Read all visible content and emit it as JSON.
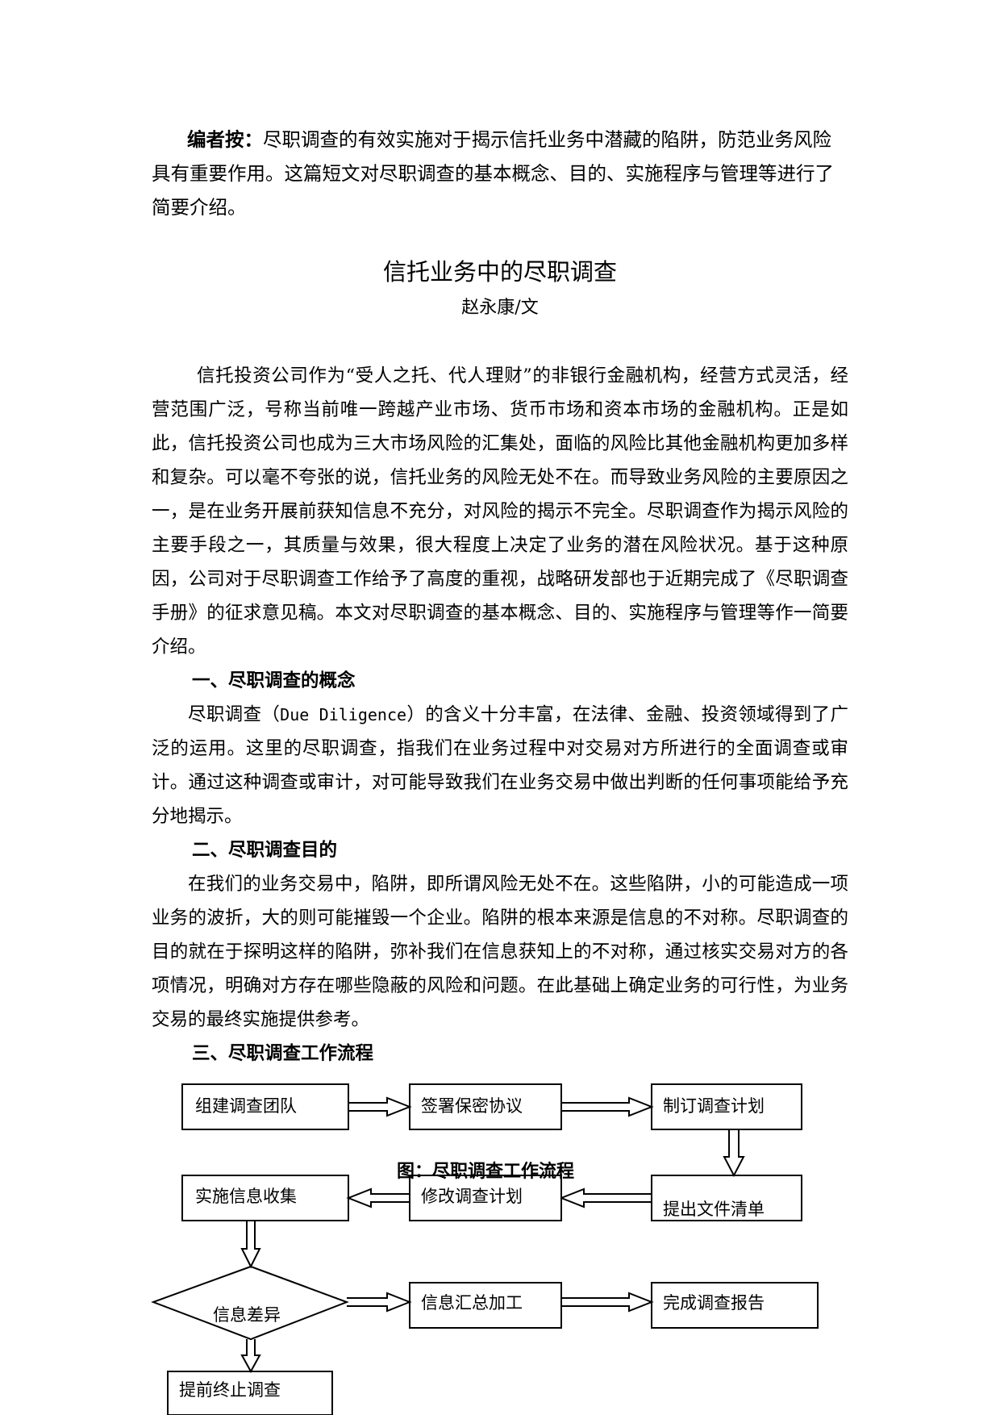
{
  "editor_note": {
    "label": "编者按：",
    "text": "尽职调查的有效实施对于揭示信托业务中潜藏的陷阱，防范业务风险具有重要作用。这篇短文对尽职调查的基本概念、目的、实施程序与管理等进行了简要介绍。"
  },
  "article": {
    "title": "信托业务中的尽职调查",
    "author": "赵永康/文",
    "intro": "信托投资公司作为“受人之托、代人理财”的非银行金融机构，经营方式灵活，经营范围广泛，号称当前唯一跨越产业市场、货币市场和资本市场的金融机构。正是如此，信托投资公司也成为三大市场风险的汇集处，面临的风险比其他金融机构更加多样和复杂。可以毫不夸张的说，信托业务的风险无处不在。而导致业务风险的主要原因之一，是在业务开展前获知信息不充分，对风险的揭示不完全。尽职调查作为揭示风险的主要手段之一，其质量与效果，很大程度上决定了业务的潜在风险状况。基于这种原因，公司对于尽职调查工作给予了高度的重视，战略研发部也于近期完成了《尽职调查手册》的征求意见稿。本文对尽职调查的基本概念、目的、实施程序与管理等作一简要介绍。",
    "sec1": {
      "heading": "一、尽职调查的概念",
      "text_a": "尽职调查（",
      "term": "Due Diligence",
      "text_b": "）的含义十分丰富，在法律、金融、投资领域得到了广泛的运用。这里的尽职调查，指我们在业务过程中对交易对方所进行的全面调查或审计。通过这种调查或审计，对可能导致我们在业务交易中做出判断的任何事项能给予充分地揭示。"
    },
    "sec2": {
      "heading": "二、尽职调查目的",
      "text": "在我们的业务交易中，陷阱，即所谓风险无处不在。这些陷阱，小的可能造成一项业务的波折，大的则可能摧毁一个企业。陷阱的根本来源是信息的不对称。尽职调查的目的就在于探明这样的陷阱，弥补我们在信息获知上的不对称，通过核实交易对方的各项情况，明确对方存在哪些隐蔽的风险和问题。在此基础上确定业务的可行性，为业务交易的最终实施提供参考。"
    },
    "sec3": {
      "heading": "三、尽职调查工作流程"
    }
  },
  "flowchart": {
    "caption": "图：尽职调查工作流程",
    "steps": {
      "team": "组建调查团队",
      "nda": "签署保密协议",
      "plan": "制订调查计划",
      "doclist": "提出文件清单",
      "revise": "修改调查计划",
      "collect": "实施信息收集",
      "diff": "信息差异",
      "process": "信息汇总加工",
      "report": "完成调查报告",
      "terminate": "提前终止调查"
    }
  }
}
